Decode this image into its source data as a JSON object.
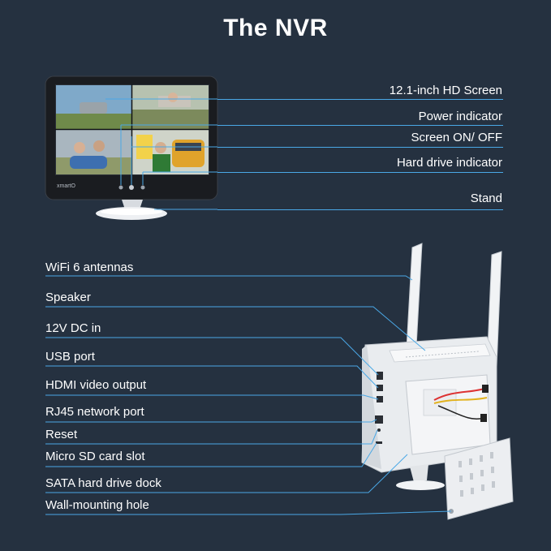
{
  "title": "The NVR",
  "brand": "xmartO",
  "top_callouts": [
    "12.1-inch HD Screen",
    "Power indicator",
    "Screen ON/ OFF",
    "Hard drive indicator",
    "Stand"
  ],
  "bottom_callouts": [
    "WiFi 6 antennas",
    "Speaker",
    "12V DC in",
    "USB port",
    "HDMI video output",
    "RJ45 network port",
    "Reset",
    "Micro SD card slot",
    "SATA hard drive dock",
    "Wall-mounting hole"
  ],
  "colors": {
    "background": "#253140",
    "callout_line": "#4aa8e6",
    "text": "#ffffff"
  }
}
